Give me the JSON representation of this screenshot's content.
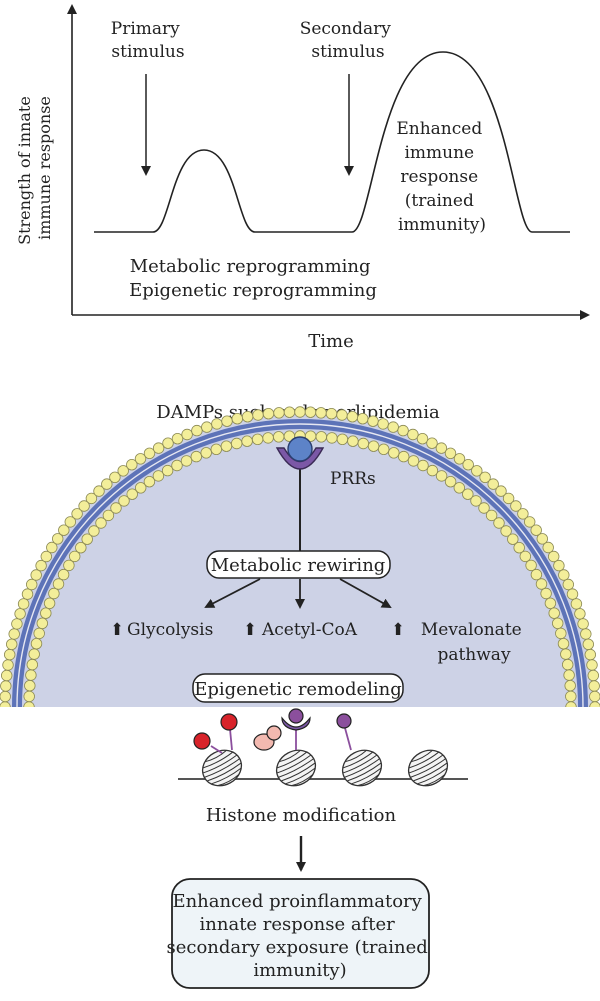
{
  "graph": {
    "y_axis_label_line1": "Strength of innate",
    "y_axis_label_line2": "immune response",
    "x_axis_label": "Time",
    "primary_line1": "Primary",
    "primary_line2": "stimulus",
    "secondary_line1": "Secondary",
    "secondary_line2": "stimulus",
    "enhanced_line1": "Enhanced",
    "enhanced_line2": "immune",
    "enhanced_line3": "response",
    "enhanced_line4": "(trained",
    "enhanced_line5": "immunity)",
    "reprog_line1": "Metabolic reprogramming",
    "reprog_line2": "Epigenetic reprogramming"
  },
  "cell": {
    "damps_label": "DAMPs such as hyperlipidemia",
    "prr_label": "PRRs",
    "metabolic_box": "Metabolic rewiring",
    "glycolysis": "Glycolysis",
    "acetyl": "Acetyl-CoA",
    "mevalonate_line1": "Mevalonate",
    "mevalonate_line2": "pathway",
    "up_arrow": "⬆",
    "epigenetic_box": "Epigenetic remodeling",
    "histone_label": "Histone modification"
  },
  "outcome": {
    "line1": "Enhanced proinflammatory",
    "line2": "innate response after",
    "line3": "secondary exposure (trained",
    "line4": "immunity)"
  },
  "colors": {
    "membrane_fill": "#cdd2e6",
    "membrane_band": "#5d73b8",
    "lipid_head": "#f3ee9a",
    "receptor": "#7b58a6",
    "ligand": "#5d83c8",
    "mark_red": "#d8232a",
    "mark_pink": "#f3b9b0",
    "mark_purple": "#8b4f9d",
    "outcome_box": "#eef4f8"
  }
}
